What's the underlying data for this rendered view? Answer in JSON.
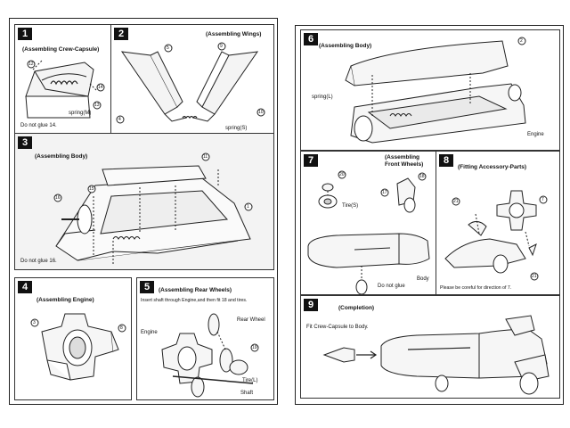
{
  "steps": [
    {
      "num": "1",
      "title": "(Assembling Crew-Capsule)",
      "callouts": [
        "12",
        "14",
        "13"
      ],
      "labels": {
        "spring": "spring(M)",
        "note": "Do not glue 14."
      }
    },
    {
      "num": "2",
      "title": "(Assembling Wings)",
      "callouts": [
        "5",
        "9",
        "4",
        "10"
      ],
      "labels": {
        "spring": "spring(S)"
      }
    },
    {
      "num": "3",
      "title": "(Assembling Body)",
      "callouts": [
        "11",
        "16",
        "15",
        "1"
      ],
      "labels": {
        "note": "Do not glue 16."
      }
    },
    {
      "num": "4",
      "title": "(Assembling Engine)",
      "callouts": [
        "3",
        "8"
      ]
    },
    {
      "num": "5",
      "title": "(Assembling Rear Wheels)",
      "subtitle": "Insert shaft through Engine,and then fit 18 and tires.",
      "callouts": [
        "19"
      ],
      "labels": {
        "rear_wheel": "Rear Wheel",
        "engine": "Engine",
        "tire": "Tire(L)",
        "shaft": "Shaft"
      }
    },
    {
      "num": "6",
      "title": "(Assembling Body)",
      "callouts": [
        "2"
      ],
      "labels": {
        "spring": "spring(L)",
        "engine": "Engine"
      }
    },
    {
      "num": "7",
      "title": "(Assembling Front Wheels)",
      "callouts": [
        "20",
        "17",
        "18"
      ],
      "labels": {
        "tire": "Tire(S)",
        "no_glue": "Do not glue",
        "body": "Body"
      }
    },
    {
      "num": "8",
      "title": "(Fitting Accessory-Parts)",
      "callouts": [
        "21",
        "7",
        "21"
      ],
      "labels": {
        "note": "Please be coreful for direction of 7."
      }
    },
    {
      "num": "9",
      "title": "(Completion)",
      "labels": {
        "fit": "Fit Crew-Capsule to Body."
      }
    }
  ]
}
